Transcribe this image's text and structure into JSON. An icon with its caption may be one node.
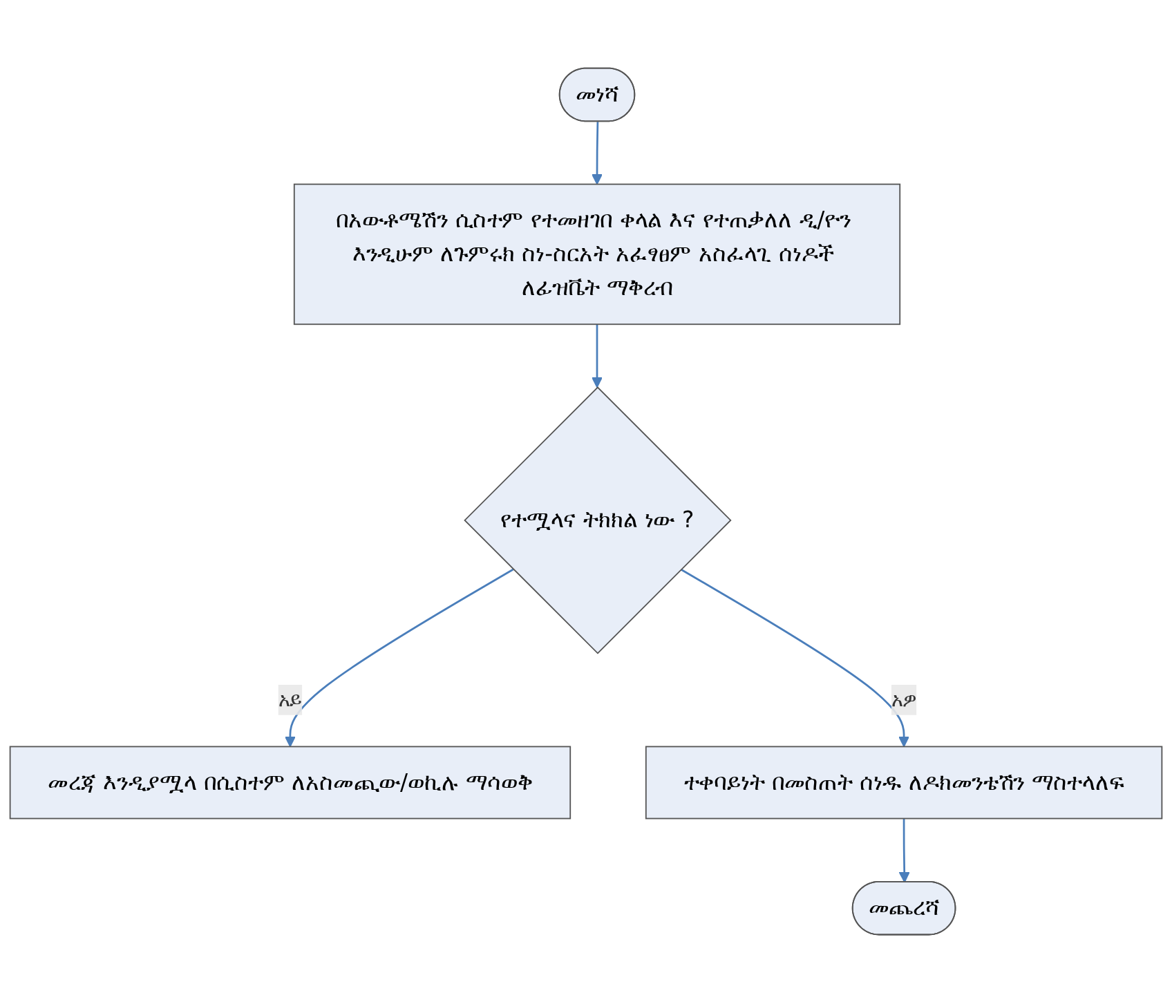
{
  "diagram": {
    "nodes": [
      {
        "text": [
          "መነሻ"
        ]
      },
      {
        "text": [
          "በአውቶሜሽን ሲስተም የተመዘገበ ቀላል እና የተጠቃለለ ዲ/ዮን እንዲሁም ለጉምሩክ ስነ-ስርአት አፈፃፀም አስፈላጊ ሰነዶች ለፊዝቬት ማቅረብ"
        ]
      },
      {
        "text": [
          "የተሟላና ትክክል ነው ?"
        ]
      },
      {
        "text": [
          "መረጃ እንዲያሟላ በሲስተም ለአስመጪው/ወኪሉ ማሳወቅ"
        ]
      },
      {
        "text": [
          "ተቀባይነት በመስጠት ሰነዱ ለዶክመንቴሽን ማስተላለፍ"
        ]
      },
      {
        "text": [
          "መጨረሻ"
        ]
      }
    ],
    "edges": [
      {
        "from": 0,
        "to": 1,
        "arrow": "to"
      },
      {
        "from": 1,
        "to": 2,
        "arrow": "to"
      },
      {
        "from": 2,
        "to": 3,
        "arrow": "to",
        "label": "አይ"
      },
      {
        "from": 2,
        "to": 4,
        "arrow": "to",
        "label": "አዎ"
      },
      {
        "from": 4,
        "to": 5,
        "arrow": "to"
      }
    ]
  }
}
